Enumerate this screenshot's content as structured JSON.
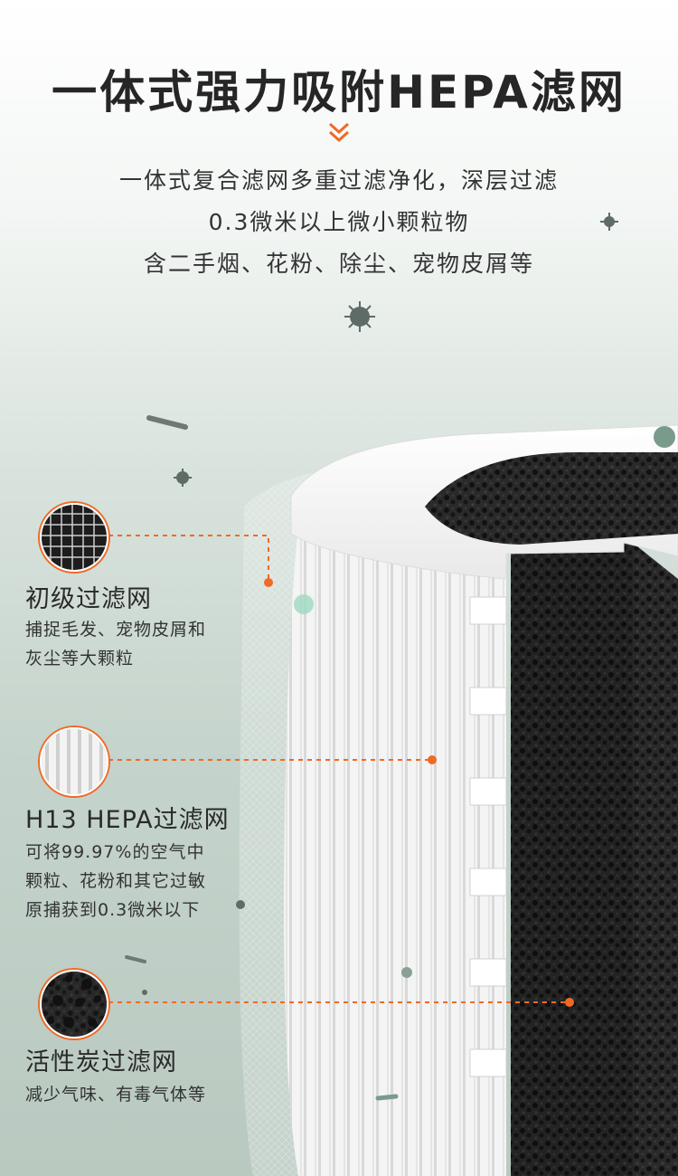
{
  "header": {
    "title": "一体式强力吸附HEPA滤网",
    "line1": "一体式复合滤网多重过滤净化，深层过滤",
    "line2": "0.3微米以上微小颗粒物",
    "line3": "含二手烟、花粉、除尘、宠物皮屑等"
  },
  "layers": [
    {
      "title": "初级过滤网",
      "desc1": "捕捉毛发、宠物皮屑和",
      "desc2": "灰尘等大颗粒",
      "desc3": ""
    },
    {
      "title": "H13 HEPA过滤网",
      "desc1": "可将99.97%的空气中",
      "desc2": "颗粒、花粉和其它过敏",
      "desc3": "原捕获到0.3微米以下"
    },
    {
      "title": "活性炭过滤网",
      "desc1": "减少气味、有毒气体等",
      "desc2": "",
      "desc3": ""
    }
  ],
  "colors": {
    "accent": "#f06a25",
    "text": "#262626",
    "carbon": "#2b2b2b"
  },
  "icons": [
    "chevron-down-double-icon",
    "particle-icon",
    "prefilter-mesh-icon",
    "hepa-pleat-icon",
    "carbon-foam-icon"
  ]
}
